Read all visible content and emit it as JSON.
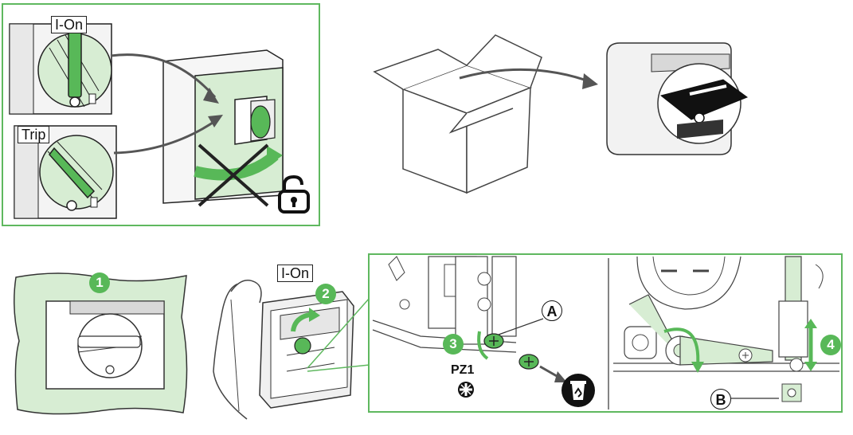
{
  "colors": {
    "accent_green": "#58b858",
    "light_green": "#d7edd3",
    "outline": "#222222",
    "panel_border": "#5fb85f"
  },
  "step1": {
    "on_label": "I-On",
    "trip_label": "Trip",
    "icons": [
      "handle-on-icon",
      "handle-trip-icon",
      "enclosure-icon",
      "forbidden-cross-icon",
      "unlocked-padlock-icon"
    ]
  },
  "step2": {
    "icons": [
      "open-box-icon",
      "rotary-handle-product-icon",
      "arrow-icon"
    ]
  },
  "step3": {
    "on_label": "I-On",
    "step_numbers": [
      "1",
      "2",
      "3",
      "4"
    ],
    "callout_a": "A",
    "callout_b": "B",
    "tool_label": "PZ1",
    "icons": [
      "screwdriver-pz-icon",
      "recycle-icon",
      "hand-icon",
      "screw-icon"
    ]
  }
}
